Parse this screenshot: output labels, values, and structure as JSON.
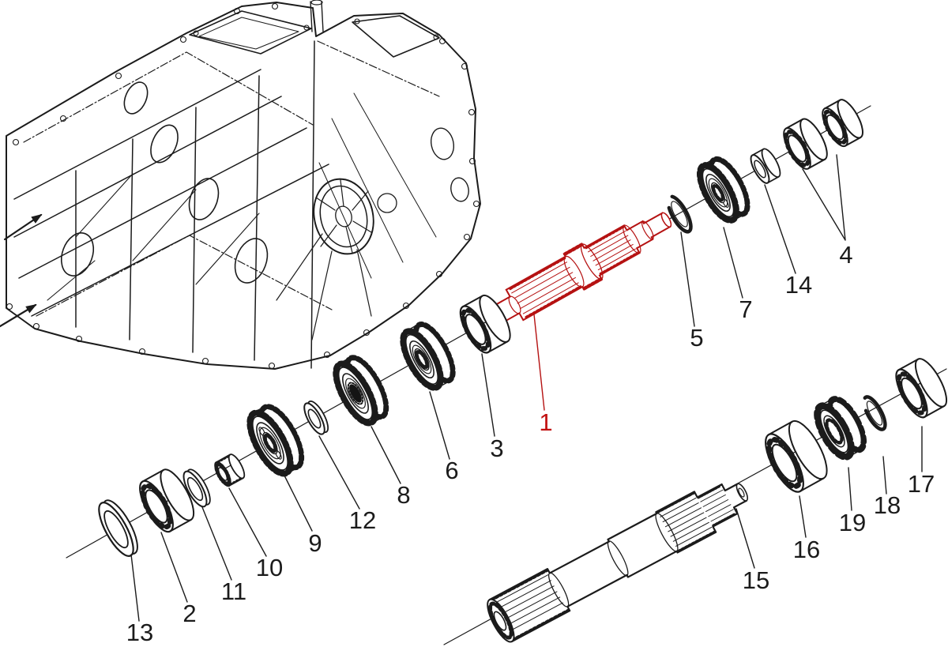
{
  "diagram": {
    "kind": "exploded-parts-diagram",
    "background": "#ffffff",
    "ink_color": "#1b1b1b",
    "highlight_color": "#b51212"
  },
  "callouts": [
    {
      "label": "1",
      "highlighted": true
    },
    {
      "label": "2",
      "highlighted": false
    },
    {
      "label": "3",
      "highlighted": false
    },
    {
      "label": "4",
      "highlighted": false
    },
    {
      "label": "5",
      "highlighted": false
    },
    {
      "label": "6",
      "highlighted": false
    },
    {
      "label": "7",
      "highlighted": false
    },
    {
      "label": "8",
      "highlighted": false
    },
    {
      "label": "9",
      "highlighted": false
    },
    {
      "label": "10",
      "highlighted": false
    },
    {
      "label": "11",
      "highlighted": false
    },
    {
      "label": "12",
      "highlighted": false
    },
    {
      "label": "13",
      "highlighted": false
    },
    {
      "label": "14",
      "highlighted": false
    },
    {
      "label": "15",
      "highlighted": false
    },
    {
      "label": "16",
      "highlighted": false
    },
    {
      "label": "17",
      "highlighted": false
    },
    {
      "label": "18",
      "highlighted": false
    },
    {
      "label": "19",
      "highlighted": false
    }
  ]
}
